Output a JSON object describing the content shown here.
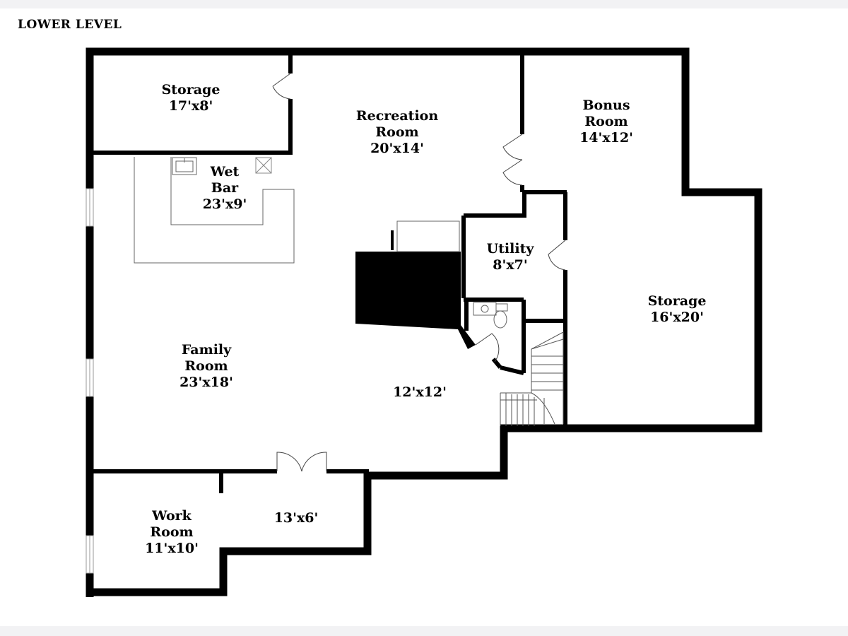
{
  "title": "LOWER LEVEL",
  "rooms": [
    {
      "id": "storage-top",
      "lines": [
        "Storage",
        "17'x8'"
      ]
    },
    {
      "id": "recreation-room",
      "lines": [
        "Recreation",
        "Room",
        "20'x14'"
      ]
    },
    {
      "id": "bonus-room",
      "lines": [
        "Bonus",
        "Room",
        "14'x12'"
      ]
    },
    {
      "id": "wet-bar",
      "lines": [
        "Wet",
        "Bar",
        "23'x9'"
      ]
    },
    {
      "id": "utility",
      "lines": [
        "Utility",
        "8'x7'"
      ]
    },
    {
      "id": "storage-right",
      "lines": [
        "Storage",
        "16'x20'"
      ]
    },
    {
      "id": "family-room",
      "lines": [
        "Family",
        "Room",
        "23'x18'"
      ]
    },
    {
      "id": "center-space",
      "lines": [
        "12'x12'"
      ]
    },
    {
      "id": "work-room",
      "lines": [
        "Work",
        "Room",
        "11'x10'"
      ]
    },
    {
      "id": "hall-space",
      "lines": [
        "13'x6'"
      ]
    }
  ],
  "colors": {
    "wall": "#000000",
    "fixture": "#666666",
    "window": "#999999",
    "band": "#f2f2f4"
  }
}
